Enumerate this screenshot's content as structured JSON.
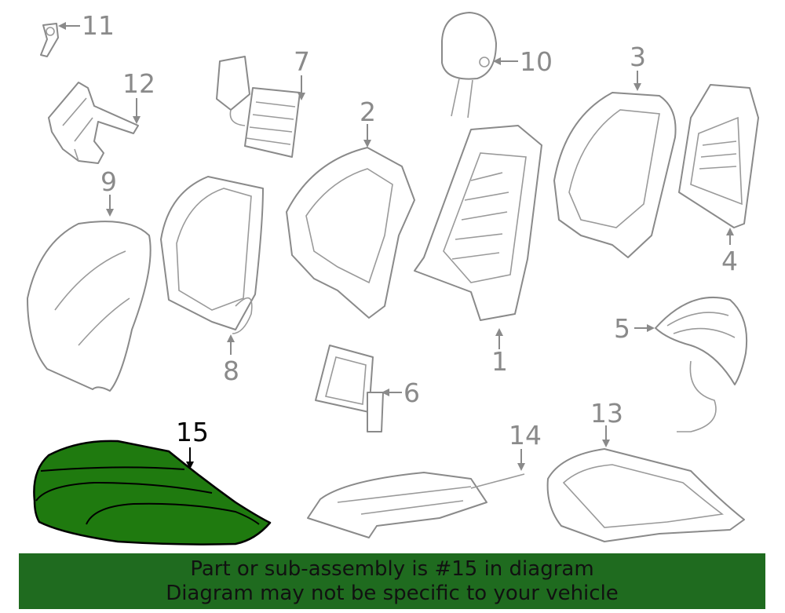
{
  "callouts": {
    "c1": "1",
    "c2": "2",
    "c3": "3",
    "c4": "4",
    "c5": "5",
    "c6": "6",
    "c7": "7",
    "c8": "8",
    "c9": "9",
    "c10": "10",
    "c11": "11",
    "c12": "12",
    "c13": "13",
    "c14": "14",
    "c15": "15"
  },
  "highlighted_part": "15",
  "colors": {
    "highlight": "#1f7a0f",
    "notice_background": "#1f6b1f",
    "line_art": "#8a8a8a"
  },
  "notice": {
    "line1": "Part or sub-assembly is #15 in diagram",
    "line2": "Diagram may not be specific to your vehicle"
  }
}
